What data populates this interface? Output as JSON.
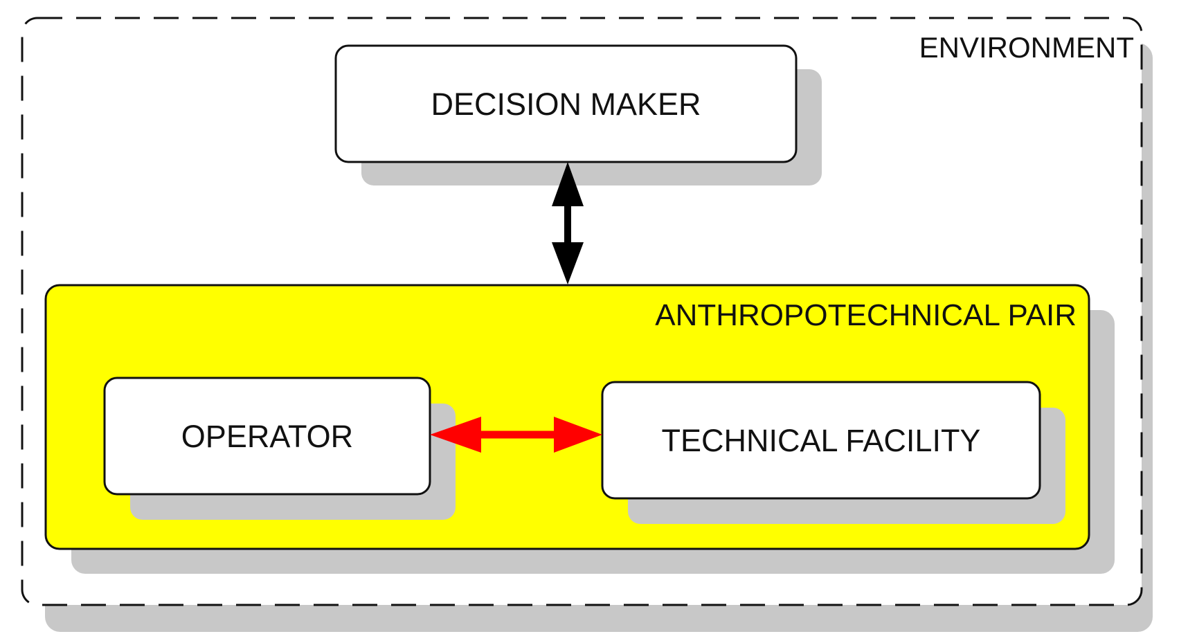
{
  "diagram": {
    "environment": {
      "label": "ENVIRONMENT"
    },
    "decision_maker": {
      "label": "DECISION MAKER"
    },
    "anthropotechnical_pair": {
      "label": "ANTHROPOTECHNICAL PAIR",
      "fill_color": "#ffff00"
    },
    "operator": {
      "label": "OPERATOR"
    },
    "technical_facility": {
      "label": "TECHNICAL FACILITY"
    },
    "connections": [
      {
        "from": "DECISION MAKER",
        "to": "ANTHROPOTECHNICAL PAIR",
        "direction": "bidirectional",
        "color": "#000000"
      },
      {
        "from": "OPERATOR",
        "to": "TECHNICAL FACILITY",
        "direction": "bidirectional",
        "color": "#ff0000"
      }
    ],
    "shadow_color": "#c8c8c8"
  }
}
